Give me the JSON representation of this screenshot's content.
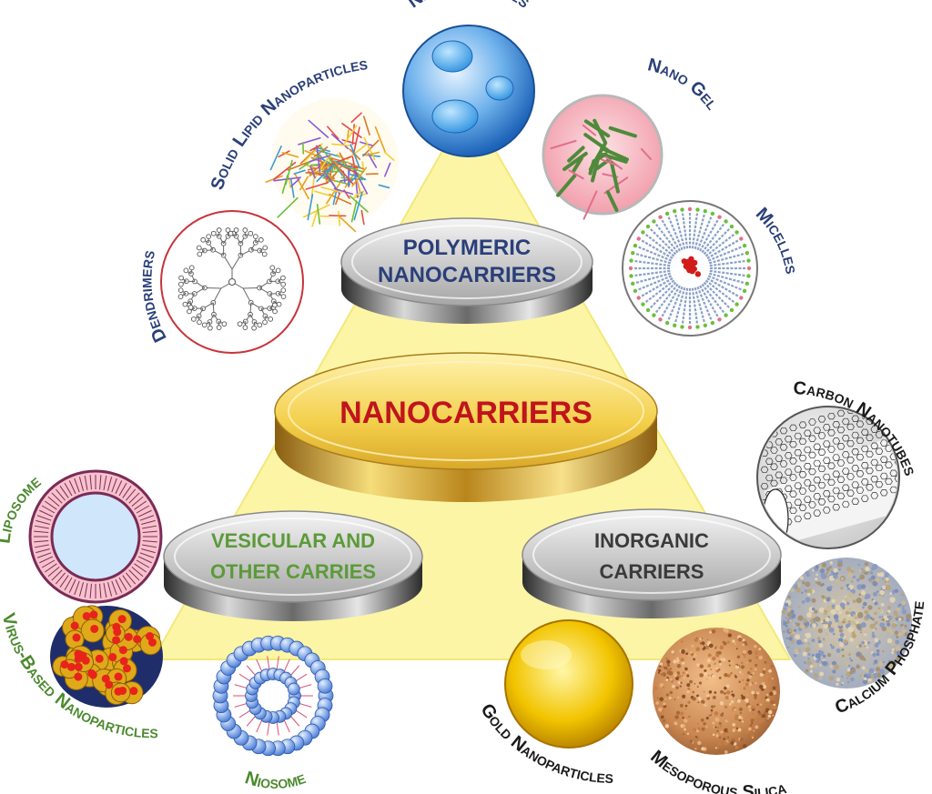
{
  "center": {
    "label": "NANOCARRIERS",
    "color": "#c0141c"
  },
  "categories": {
    "polymeric": {
      "line1": "POLYMERIC",
      "line2": "NANOCARRIERS",
      "color": "#2a3f7a"
    },
    "vesicular": {
      "line1": "VESICULAR AND",
      "line2": "OTHER CARRIES",
      "color": "#5c9a3a"
    },
    "inorganic": {
      "line1": "INORGANIC",
      "line2": "CARRIERS",
      "color": "#3a3a3a"
    }
  },
  "nodes": {
    "nanoparticles": {
      "label": "Nanoparticles",
      "color": "#2a3f7a"
    },
    "solid_lipid": {
      "label": "Solid Lipid Nanoparticles",
      "color": "#2a3f7a"
    },
    "nano_gel": {
      "label": "Nano Gel",
      "color": "#2a3f7a"
    },
    "dendrimers": {
      "label": "Dendrimers",
      "color": "#2a3f7a"
    },
    "micelles": {
      "label": "Micelles",
      "color": "#2a3f7a"
    },
    "carbon_nanotubes": {
      "label": "Carbon Nanotubes",
      "color": "#1a1a1a"
    },
    "calcium_phosphate": {
      "label": "Calcium Phosphate",
      "color": "#1a1a1a"
    },
    "mesoporous_silica": {
      "label": "Mesoporous Silica",
      "color": "#1a1a1a"
    },
    "gold_nanoparticles": {
      "label": "Gold Nanoparticles",
      "color": "#1a1a1a"
    },
    "liposome": {
      "label": "Liposome",
      "color": "#4c8a2e"
    },
    "virus_based": {
      "label": "Virus-Based Nanoparticles",
      "color": "#4c8a2e"
    },
    "niosome": {
      "label": "Niosome",
      "color": "#4c8a2e"
    }
  }
}
